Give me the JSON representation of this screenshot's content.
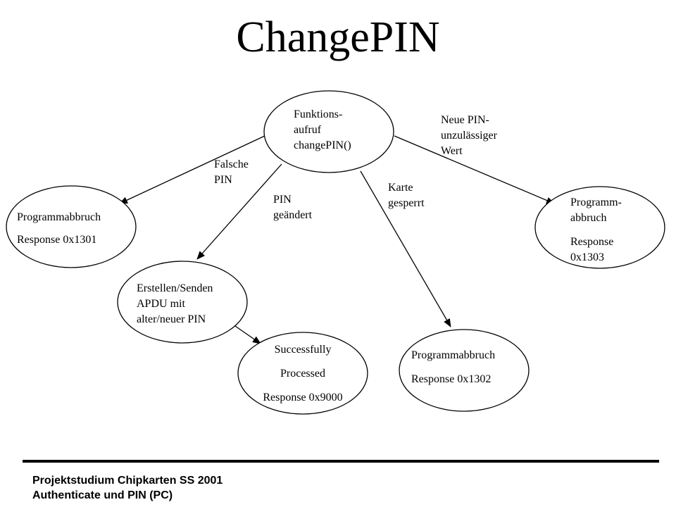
{
  "title": "ChangePIN",
  "nodes": {
    "start": [
      "Funktions-",
      "aufruf",
      "changePIN()"
    ],
    "abort_1301": [
      "Programmabbruch",
      "Response 0x1301"
    ],
    "apdu": [
      "Erstellen/Senden",
      "APDU mit",
      "alter/neuer PIN"
    ],
    "success": [
      "Successfully",
      "Processed",
      "Response 0x9000"
    ],
    "abort_1302": [
      "Programmabbruch",
      "Response 0x1302"
    ],
    "abort_1303": [
      "Programm-",
      "abbruch",
      "Response",
      "0x1303"
    ]
  },
  "edges": {
    "falsche_pin": [
      "Falsche",
      "PIN"
    ],
    "pin_geaendert": [
      "PIN",
      "geändert"
    ],
    "karte_gesperrt": [
      "Karte",
      "gesperrt"
    ],
    "neue_pin": [
      "Neue PIN-",
      "unzulässiger",
      "Wert"
    ]
  },
  "footer": {
    "line1": "Projektstudium Chipkarten SS 2001",
    "line2": "Authenticate und PIN (PC)"
  },
  "colors": {
    "line": "#000000",
    "background": "#ffffff",
    "text": "#000000"
  }
}
